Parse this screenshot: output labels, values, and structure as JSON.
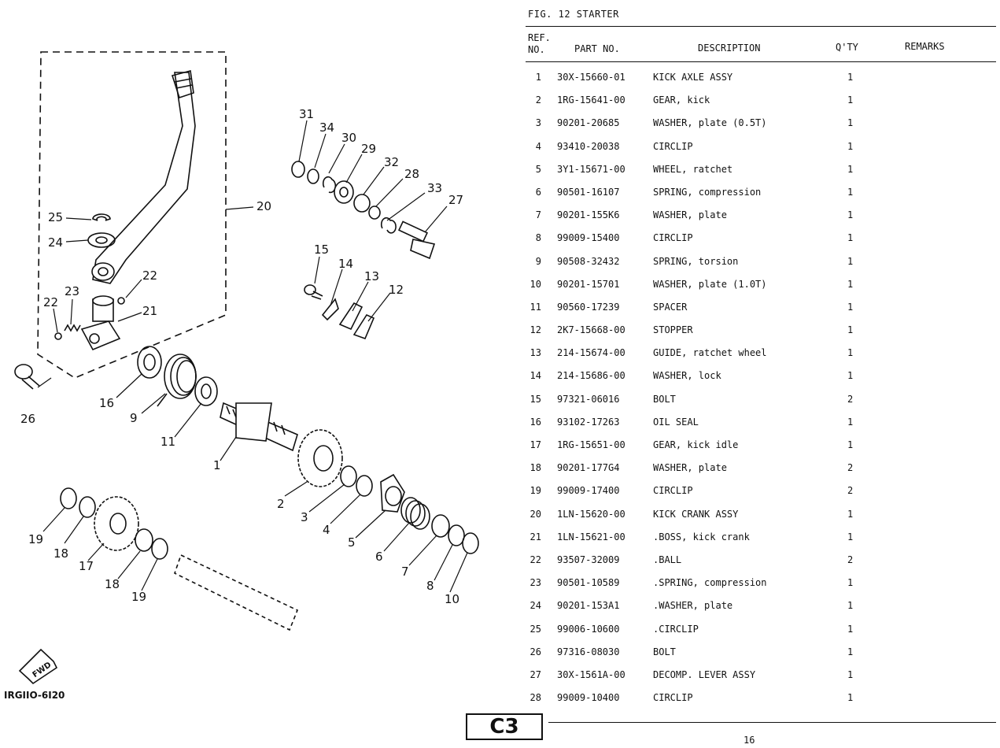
{
  "figure_title": "FIG. 12  STARTER",
  "columns": {
    "ref_line1": "REF.",
    "ref_line2": "NO.",
    "part": "PART NO.",
    "description": "DESCRIPTION",
    "qty": "Q'TY",
    "remarks": "REMARKS"
  },
  "rows": [
    {
      "ref": "1",
      "part": "30X-15660-01",
      "desc": "KICK AXLE ASSY",
      "qty": "1"
    },
    {
      "ref": "2",
      "part": "1RG-15641-00",
      "desc": "GEAR, kick",
      "qty": "1"
    },
    {
      "ref": "3",
      "part": "90201-20685",
      "desc": "WASHER, plate (0.5T)",
      "qty": "1"
    },
    {
      "ref": "4",
      "part": "93410-20038",
      "desc": "CIRCLIP",
      "qty": "1"
    },
    {
      "ref": "5",
      "part": "3Y1-15671-00",
      "desc": "WHEEL, ratchet",
      "qty": "1"
    },
    {
      "ref": "6",
      "part": "90501-16107",
      "desc": "SPRING, compression",
      "qty": "1"
    },
    {
      "ref": "7",
      "part": "90201-155K6",
      "desc": "WASHER, plate",
      "qty": "1"
    },
    {
      "ref": "8",
      "part": "99009-15400",
      "desc": "CIRCLIP",
      "qty": "1"
    },
    {
      "ref": "9",
      "part": "90508-32432",
      "desc": "SPRING, torsion",
      "qty": "1"
    },
    {
      "ref": "10",
      "part": "90201-15701",
      "desc": "WASHER, plate (1.0T)",
      "qty": "1"
    },
    {
      "ref": "11",
      "part": "90560-17239",
      "desc": "SPACER",
      "qty": "1"
    },
    {
      "ref": "12",
      "part": "2K7-15668-00",
      "desc": "STOPPER",
      "qty": "1"
    },
    {
      "ref": "13",
      "part": "214-15674-00",
      "desc": "GUIDE, ratchet wheel",
      "qty": "1"
    },
    {
      "ref": "14",
      "part": "214-15686-00",
      "desc": "WASHER, lock",
      "qty": "1"
    },
    {
      "ref": "15",
      "part": "97321-06016",
      "desc": "BOLT",
      "qty": "2"
    },
    {
      "ref": "16",
      "part": "93102-17263",
      "desc": "OIL SEAL",
      "qty": "1"
    },
    {
      "ref": "17",
      "part": "1RG-15651-00",
      "desc": "GEAR, kick idle",
      "qty": "1"
    },
    {
      "ref": "18",
      "part": "90201-177G4",
      "desc": "WASHER, plate",
      "qty": "2"
    },
    {
      "ref": "19",
      "part": "99009-17400",
      "desc": "CIRCLIP",
      "qty": "2"
    },
    {
      "ref": "20",
      "part": "1LN-15620-00",
      "desc": "KICK CRANK ASSY",
      "qty": "1"
    },
    {
      "ref": "21",
      "part": "1LN-15621-00",
      "desc": ".BOSS, kick crank",
      "qty": "1"
    },
    {
      "ref": "22",
      "part": "93507-32009",
      "desc": ".BALL",
      "qty": "2"
    },
    {
      "ref": "23",
      "part": "90501-10589",
      "desc": ".SPRING, compression",
      "qty": "1"
    },
    {
      "ref": "24",
      "part": "90201-153A1",
      "desc": ".WASHER, plate",
      "qty": "1"
    },
    {
      "ref": "25",
      "part": "99006-10600",
      "desc": ".CIRCLIP",
      "qty": "1"
    },
    {
      "ref": "26",
      "part": "97316-08030",
      "desc": "BOLT",
      "qty": "1"
    },
    {
      "ref": "27",
      "part": "30X-1561A-00",
      "desc": "DECOMP. LEVER ASSY",
      "qty": "1"
    },
    {
      "ref": "28",
      "part": "99009-10400",
      "desc": "CIRCLIP",
      "qty": "1"
    }
  ],
  "diagram": {
    "labels": {
      "l1": "1",
      "l2": "2",
      "l3": "3",
      "l4": "4",
      "l5": "5",
      "l6": "6",
      "l7": "7",
      "l8": "8",
      "l9": "9",
      "l10": "10",
      "l11": "11",
      "l12": "12",
      "l13": "13",
      "l14": "14",
      "l15": "15",
      "l16": "16",
      "l17": "17",
      "l18a": "18",
      "l18b": "18",
      "l19a": "19",
      "l19b": "19",
      "l20": "20",
      "l21": "21",
      "l22a": "22",
      "l22b": "22",
      "l23": "23",
      "l24": "24",
      "l25": "25",
      "l26": "26",
      "l27": "27",
      "l28": "28",
      "l29": "29",
      "l30": "30",
      "l31": "31",
      "l32": "32",
      "l33": "33",
      "l34": "34"
    },
    "fwd_label": "FWD",
    "drawing_code": "IRGIIO-6I20"
  },
  "page_code": "C3",
  "page_number": "16"
}
